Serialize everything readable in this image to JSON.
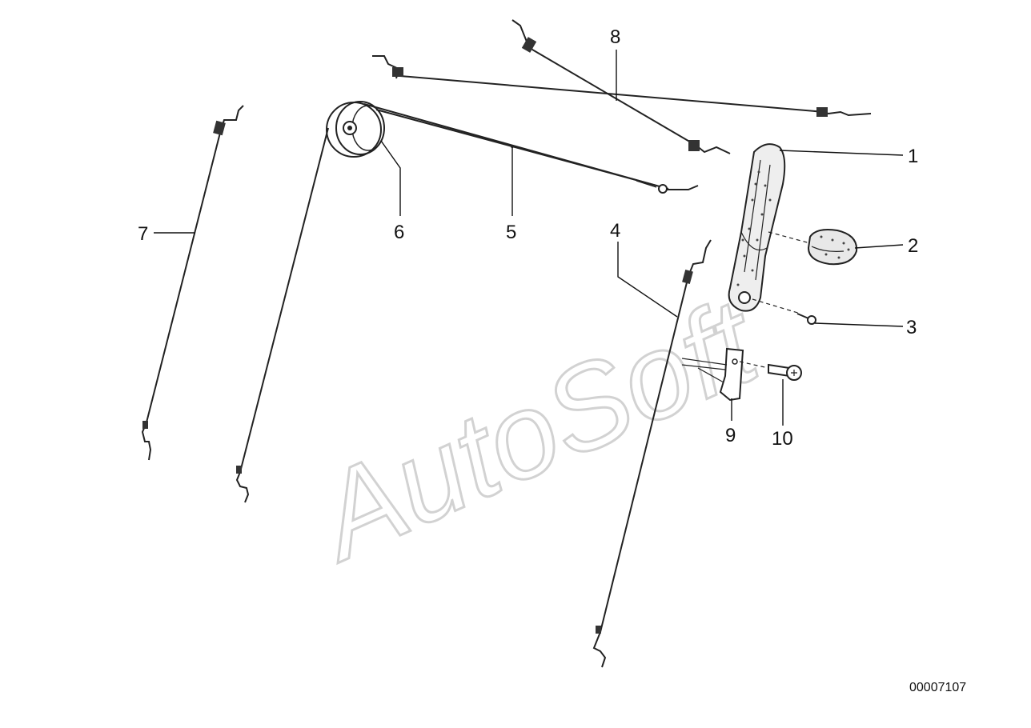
{
  "callouts": [
    {
      "id": "1",
      "label": "1"
    },
    {
      "id": "2",
      "label": "2"
    },
    {
      "id": "3",
      "label": "3"
    },
    {
      "id": "4",
      "label": "4"
    },
    {
      "id": "5",
      "label": "5"
    },
    {
      "id": "6",
      "label": "6"
    },
    {
      "id": "7",
      "label": "7"
    },
    {
      "id": "8",
      "label": "8"
    },
    {
      "id": "9",
      "label": "9"
    },
    {
      "id": "10",
      "label": "10"
    }
  ],
  "watermark": "AutoSoft",
  "document_number": "00007107",
  "colors": {
    "line": "#222222",
    "watermark": "#d2d2d2",
    "background": "#ffffff"
  }
}
